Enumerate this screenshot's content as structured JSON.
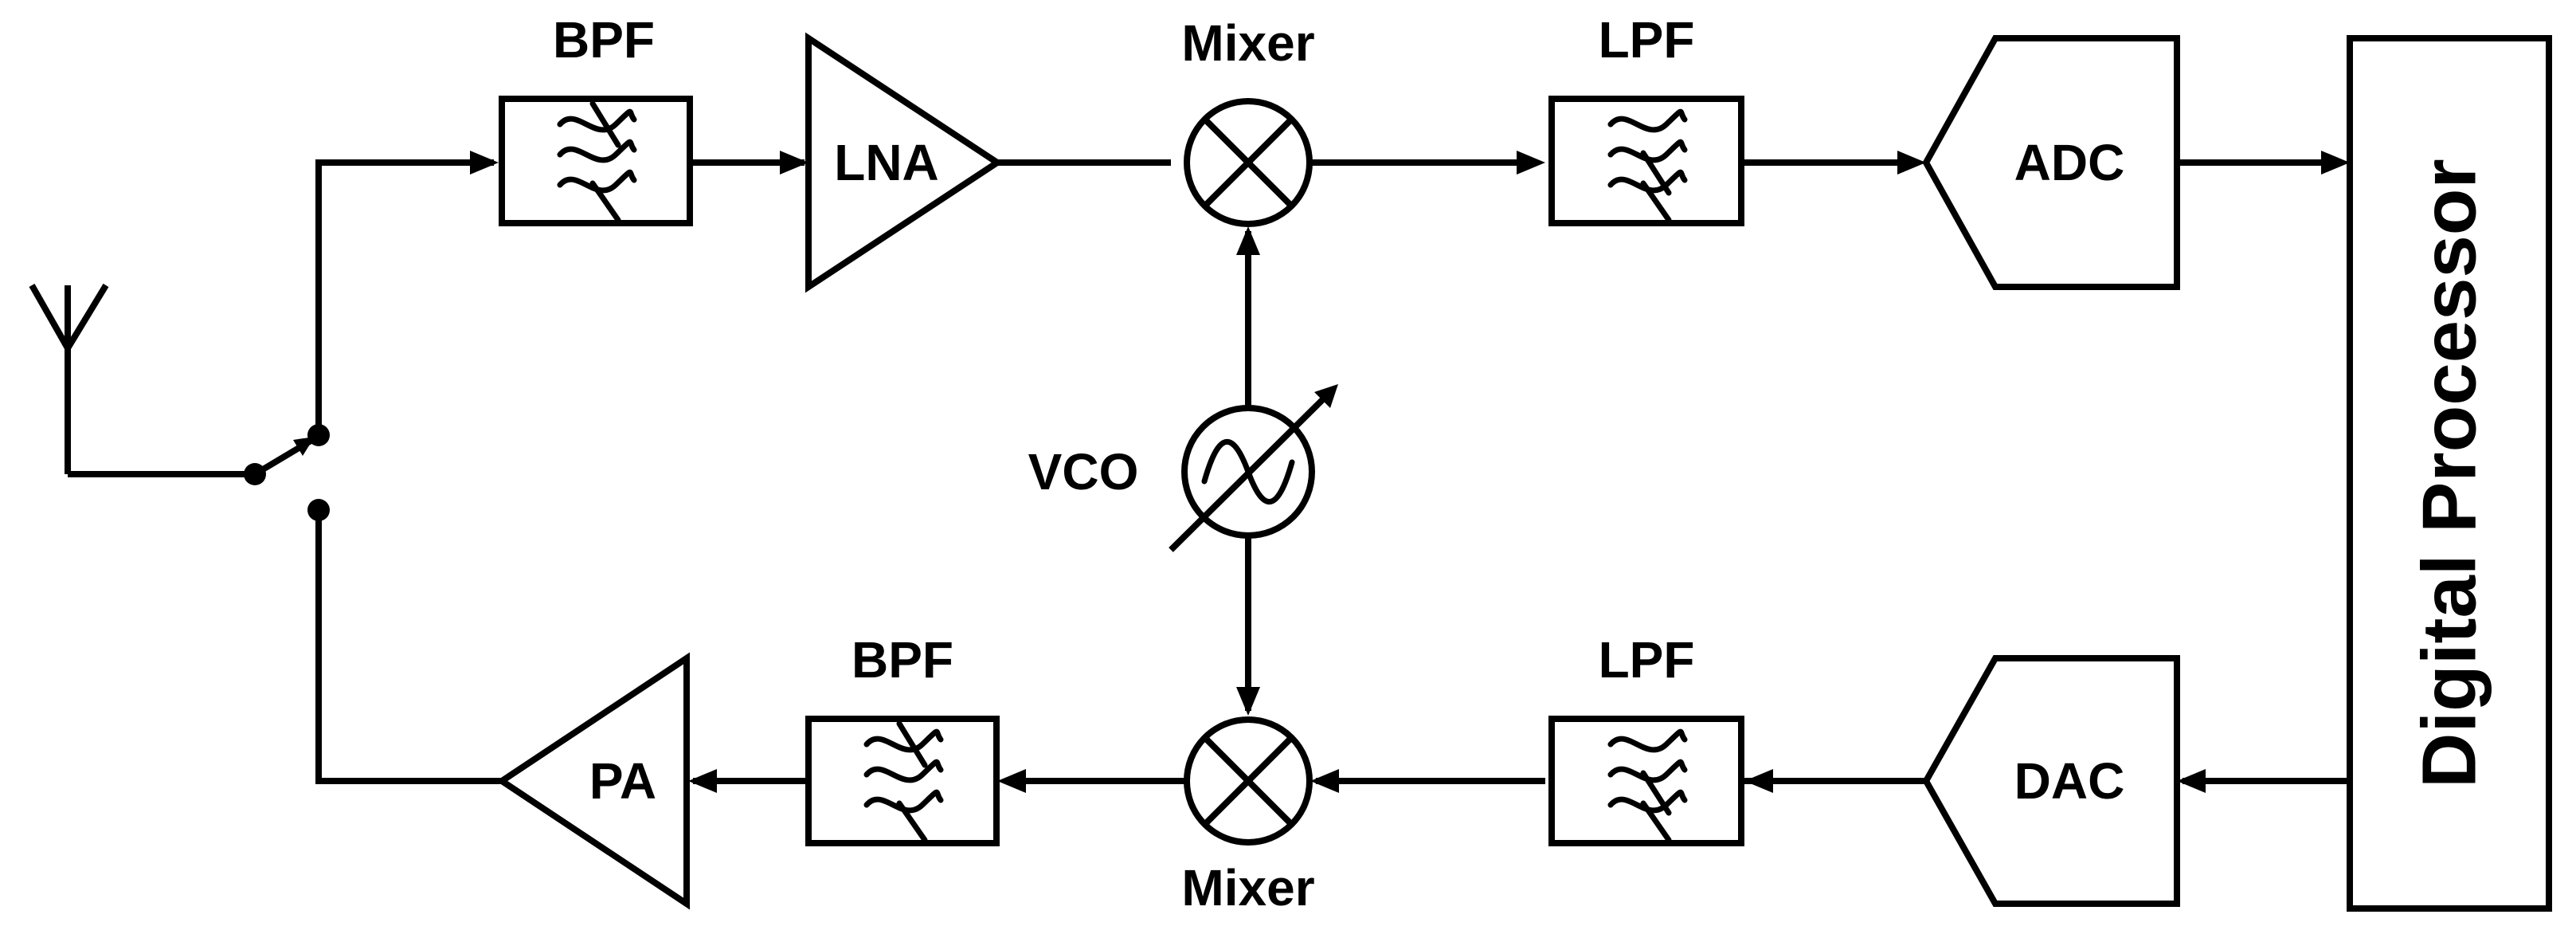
{
  "blocks": {
    "rx_bpf": "BPF",
    "lna": "LNA",
    "rx_mixer": "Mixer",
    "rx_lpf": "LPF",
    "adc": "ADC",
    "digital_processor": "Digital Processor",
    "vco": "VCO",
    "tx_bpf": "BPF",
    "pa": "PA",
    "tx_mixer": "Mixer",
    "tx_lpf": "LPF",
    "dac": "DAC"
  }
}
